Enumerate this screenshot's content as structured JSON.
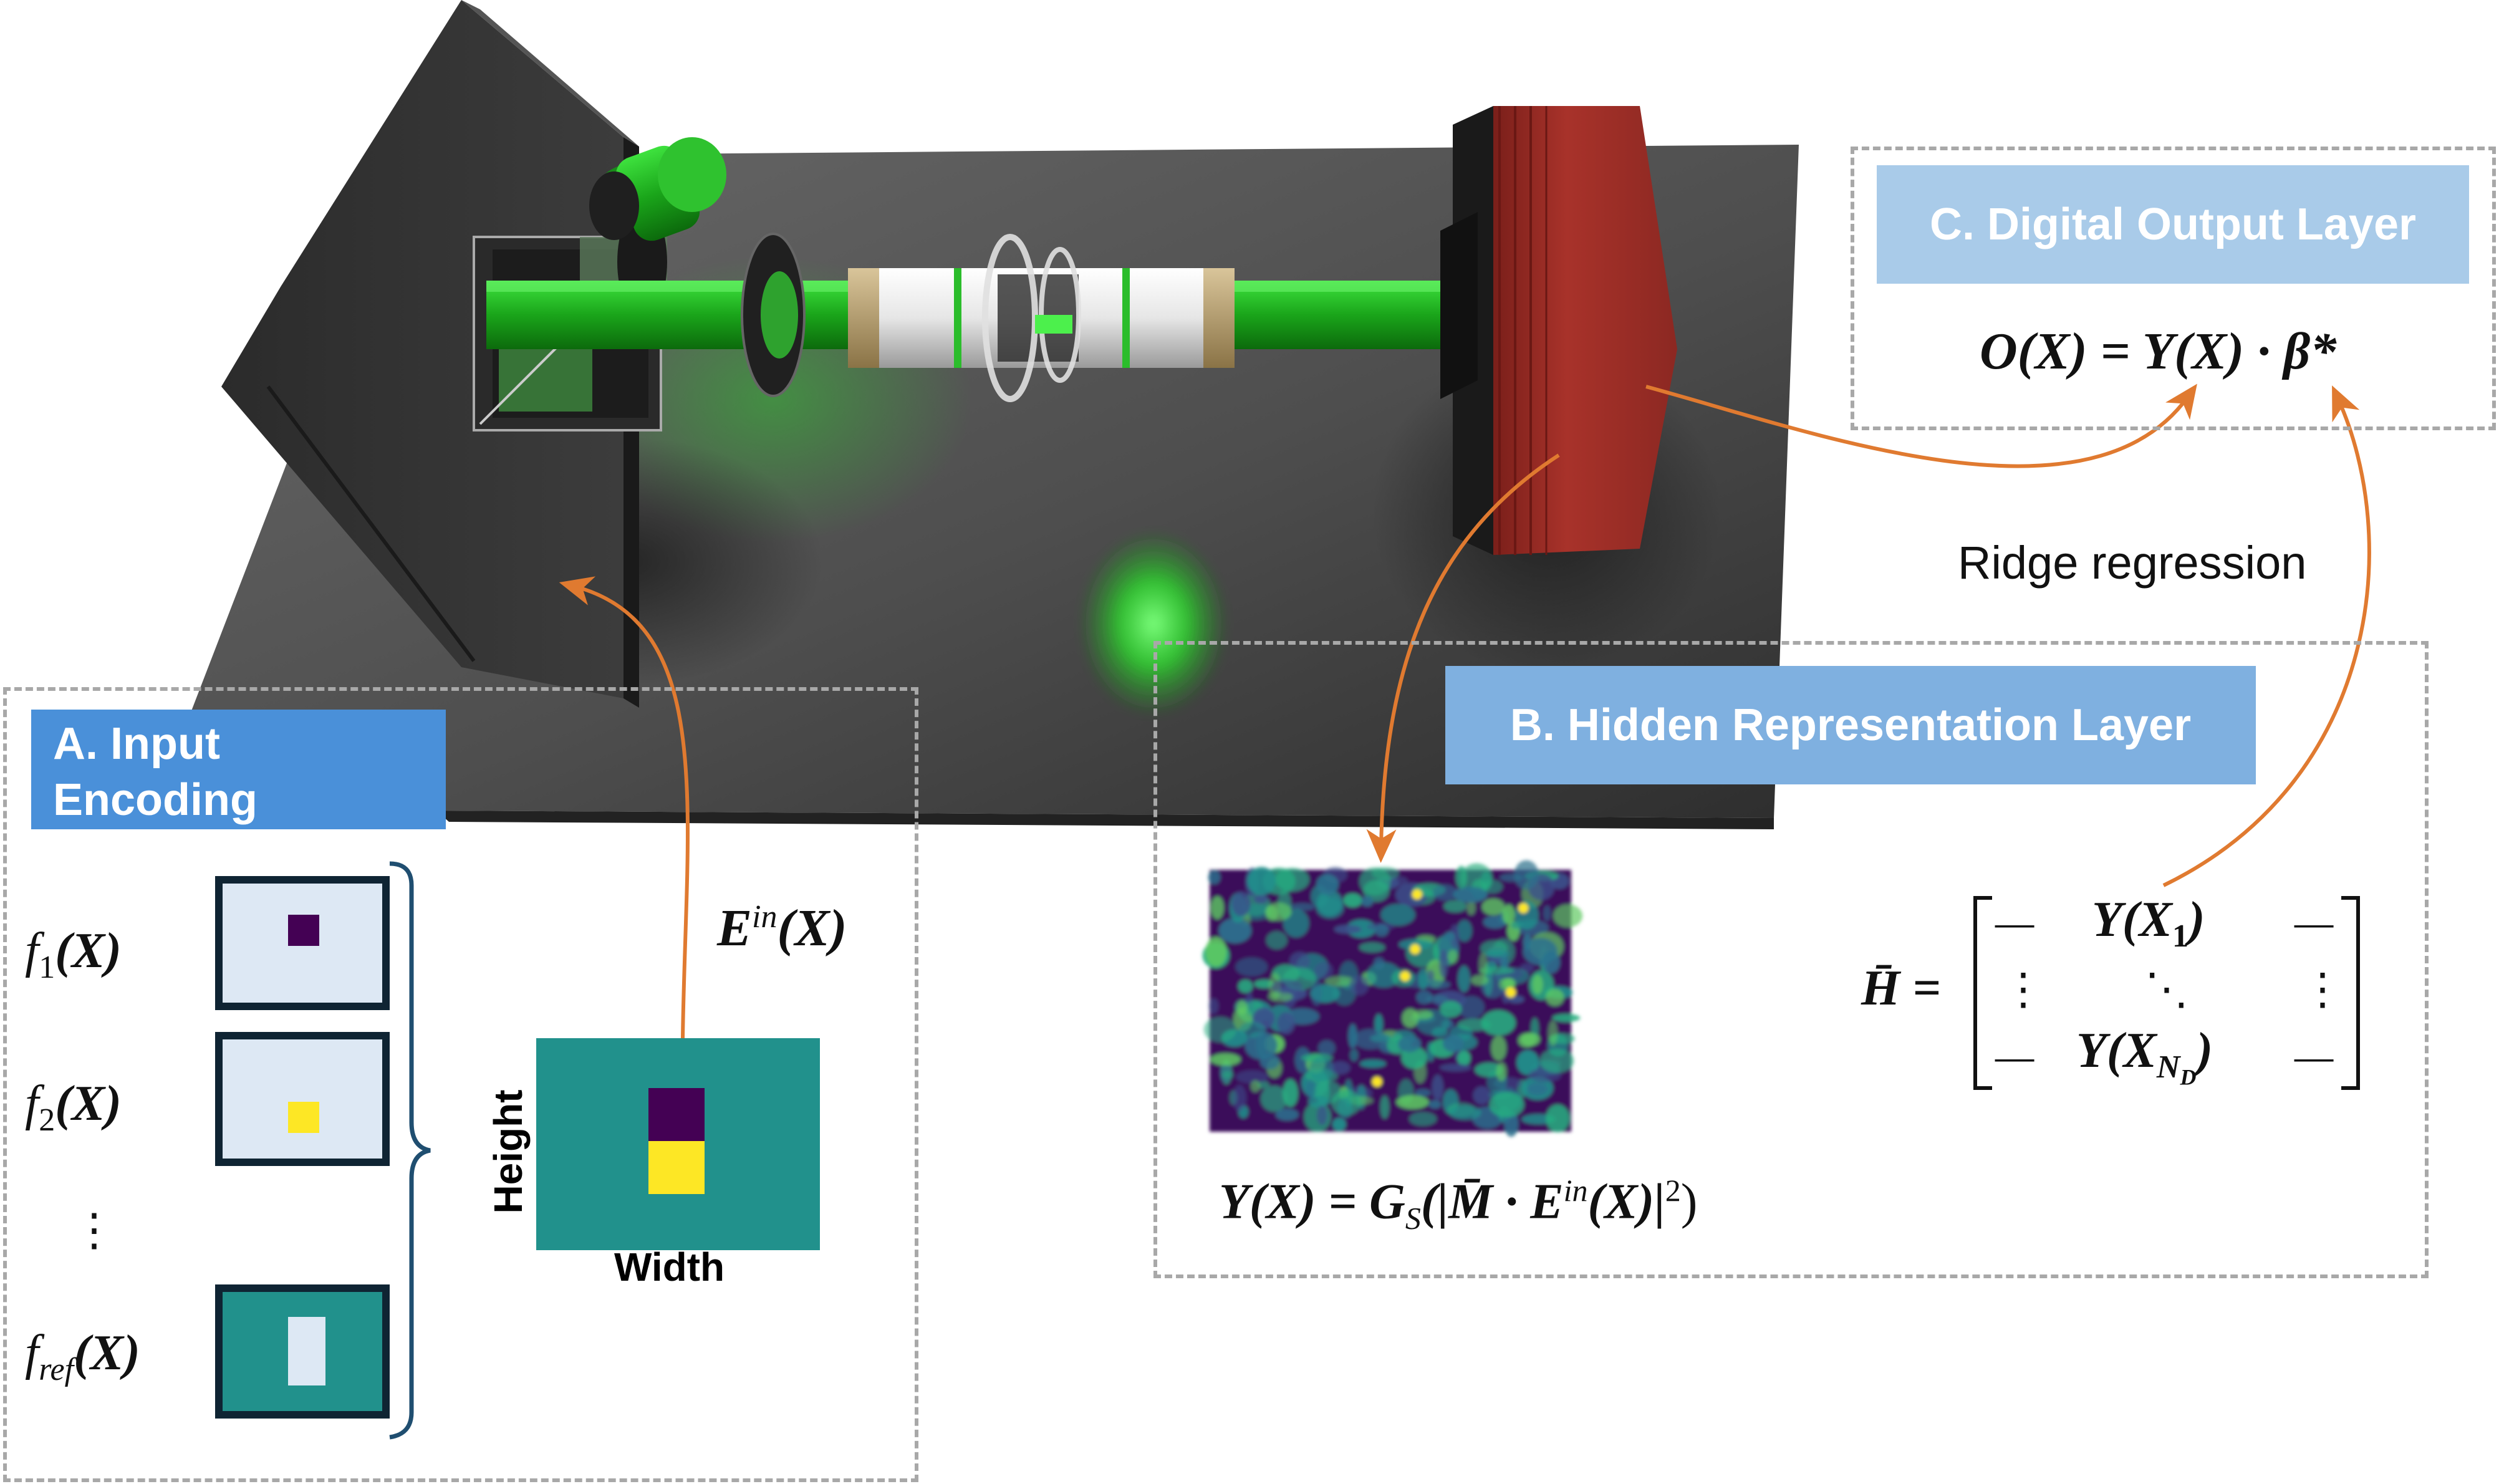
{
  "panels": {
    "input": {
      "title": "A. Input Encoding",
      "title_line1": "A. Input",
      "title_line2": "Encoding",
      "color": "#4a90d9"
    },
    "hidden": {
      "title": "B. Hidden Representation Layer",
      "color": "#7fb0e0"
    },
    "output": {
      "title": "C. Digital Output Layer",
      "color": "#a9cbe9"
    }
  },
  "labels": {
    "f1": "f",
    "f1_sub": "1",
    "f1_arg": "(X)",
    "f2": "f",
    "f2_sub": "2",
    "f2_arg": "(X)",
    "vdots": "⋮",
    "fref": "f",
    "fref_sub": "ref",
    "fref_arg": "(X)",
    "ein_E": "E",
    "ein_sup": "in",
    "ein_arg": "(X)",
    "height": "Height",
    "width": "Width",
    "ridge": "Ridge regression",
    "out_eq": "O(X) = Y(X) · β*",
    "hid_eq_lhs": "Y(X) = G",
    "hid_eq_sub": "S",
    "hid_eq_rhs": "(|M̄ · E",
    "hid_eq_sup": "in",
    "hid_eq_end": "(X)|",
    "hid_eq_pow": "2",
    "hid_eq_close": ")",
    "hbar": "H̄ =",
    "mat_r1": "Y(X",
    "mat_r1_sub": "1",
    "mat_r3": "Y(X",
    "mat_r3_sub": "N",
    "mat_r3_subsub": "D",
    "dash": "—",
    "ddots": "⋱"
  },
  "colors": {
    "viridis_dark": "#440154",
    "viridis_yellow": "#fde725",
    "viridis_teal": "#21918c",
    "feature_bg": "#dde8f4",
    "arrow": "#e07a30",
    "beam": "#22c022",
    "detector": "#a8322a"
  }
}
